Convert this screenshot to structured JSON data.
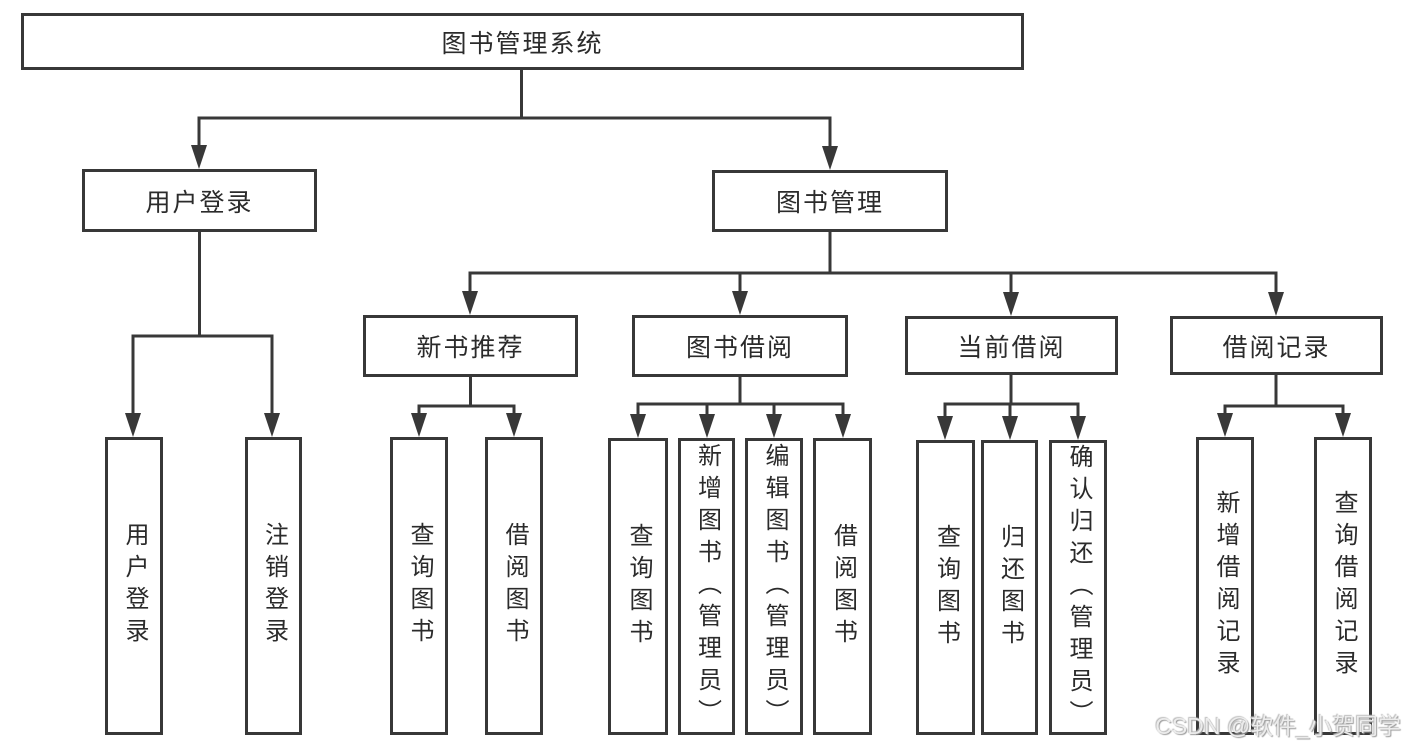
{
  "tree": {
    "label": "图书管理系统",
    "children": [
      {
        "label": "用户登录",
        "children": [
          {
            "label": "用户登录"
          },
          {
            "label": "注销登录"
          }
        ]
      },
      {
        "label": "图书管理",
        "children": [
          {
            "label": "新书推荐",
            "children": [
              {
                "label": "查询图书"
              },
              {
                "label": "借阅图书"
              }
            ]
          },
          {
            "label": "图书借阅",
            "children": [
              {
                "label": "查询图书"
              },
              {
                "label": "新增图书（管理员）"
              },
              {
                "label": "编辑图书（管理员）"
              },
              {
                "label": "借阅图书"
              }
            ]
          },
          {
            "label": "当前借阅",
            "children": [
              {
                "label": "查询图书"
              },
              {
                "label": "归还图书"
              },
              {
                "label": "确认归还（管理员）"
              }
            ]
          },
          {
            "label": "借阅记录",
            "children": [
              {
                "label": "新增借阅记录"
              },
              {
                "label": "查询借阅记录"
              }
            ]
          }
        ]
      }
    ]
  },
  "watermark": "CSDN @软件_小贺同学",
  "colors": {
    "line": "#383838",
    "box_border": "#383838",
    "box_fill": "#ffffff",
    "text": "#2b2b2b",
    "background": "#ffffff",
    "watermark_text": "#ececec"
  }
}
